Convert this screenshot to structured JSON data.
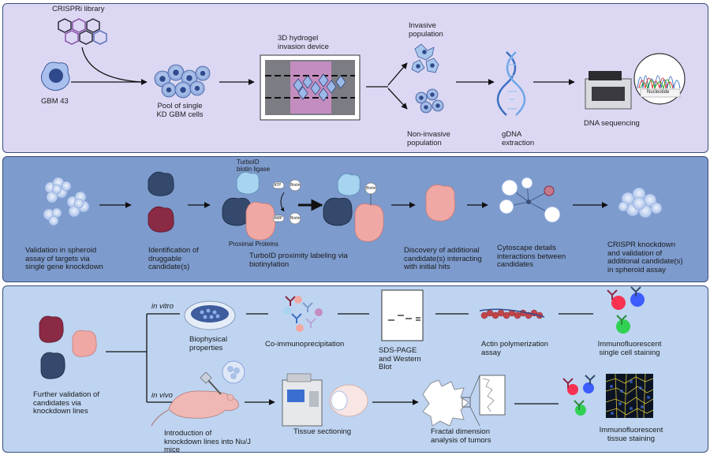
{
  "colors": {
    "panel1_bg": "#dcd8f4",
    "panel2_bg": "#7d9bcd",
    "panel3_bg": "#bed4f1",
    "border": "#3a4f7a",
    "cell_blue": "#6f8fcf",
    "protein_navy": "#34496b",
    "protein_red": "#8b2a45",
    "protein_pink": "#f0a8a4",
    "protein_cyan": "#a7d4f0",
    "dna_blue": "#3b6fc2",
    "hydrogel_purple": "#c48dc0"
  },
  "top": {
    "crispri_library": "CRISPRi library",
    "gbm43": "GBM 43",
    "pool_line1": "Pool of single",
    "pool_line2": "KD GBM cells",
    "device_line1": "3D hydrogel",
    "device_line2": "invasion device",
    "invasive_line1": "Invasive",
    "invasive_line2": "population",
    "noninvasive_line1": "Non-invasive",
    "noninvasive_line2": "population",
    "gdna_line1": "gDNA",
    "gdna_line2": "extraction",
    "sequencing": "DNA sequencing",
    "nucleotide": "Nucleotide"
  },
  "middle": {
    "turboid_line1": "TurboID",
    "turboid_line2": "biotin ligase",
    "atp": "ATP",
    "amp": "AMP",
    "biotin": "Biotin",
    "proximal": "Proximal Proteins",
    "validation": [
      "Validation in spheroid",
      "assay of targets via",
      "single gene knockdown"
    ],
    "druggable": [
      "Identification of",
      "druggable",
      "candidate(s)"
    ],
    "proximity": [
      "TurboID proximity labeling via",
      "biotinylation"
    ],
    "discovery": [
      "Discovery of additional",
      "candidate(s) interacting",
      "with initial hits"
    ],
    "cytoscape": [
      "Cytoscape details",
      "interactions between",
      "candidates"
    ],
    "crispr": [
      "CRISPR knockdown",
      "and validation of",
      "additional candidate(s)",
      "in spheroid assay"
    ]
  },
  "bottom": {
    "in_vitro": "in vitro",
    "in_vivo": "in vivo",
    "further": [
      "Further validation of",
      "candidates via",
      "knockdown lines"
    ],
    "biophysical": [
      "Biophysical",
      "properties"
    ],
    "coip": "Co-immunoprecipitation",
    "sds": [
      "SDS-PAGE",
      "and Western",
      "Blot"
    ],
    "actin": [
      "Actin polymerization",
      "assay"
    ],
    "if_single": [
      "Immunofluorescent",
      "single cell staining"
    ],
    "introduction": [
      "Introduction of",
      "knockdown lines into Nu/J",
      "mice"
    ],
    "tissue_sectioning": "Tissue sectioning",
    "fractal": [
      "Fractal dimension",
      "analysis of tumors"
    ],
    "if_tissue": [
      "Immunofluorescent",
      "tissue staining"
    ]
  }
}
